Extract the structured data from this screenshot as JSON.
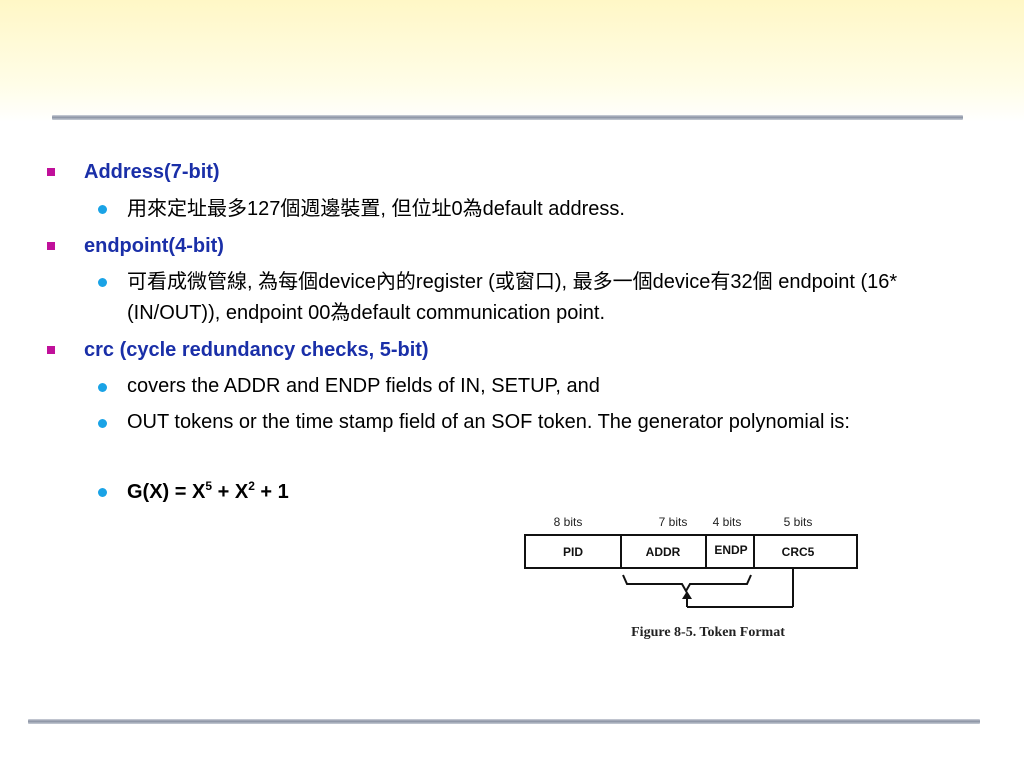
{
  "slide": {
    "bullets": [
      {
        "heading": "Address(7-bit)",
        "subs": [
          "用來定址最多127個週邊裝置, 但位址0為default address."
        ]
      },
      {
        "heading": "endpoint(4-bit)",
        "subs": [
          "可看成微管線, 為每個device內的register (或窗口), 最多一個device有32個 endpoint (16* (IN/OUT)), endpoint 00為default communication point."
        ]
      },
      {
        "heading": "crc (cycle redundancy checks, 5-bit)",
        "subs": [
          "covers the ADDR and ENDP fields of IN, SETUP, and",
          "OUT tokens or the time stamp field of an SOF token. The generator polynomial is:"
        ]
      }
    ],
    "formula": {
      "lhs": "G(X) = X",
      "exp1": "5",
      "mid": " + X",
      "exp2": "2",
      "tail": " + 1"
    }
  },
  "diagram": {
    "fields": [
      {
        "label": "PID",
        "bits": "8 bits"
      },
      {
        "label": "ADDR",
        "bits": "7 bits"
      },
      {
        "label": "ENDP",
        "bits": "4 bits"
      },
      {
        "label": "CRC5",
        "bits": "5 bits"
      }
    ],
    "caption": "Figure 8-5.  Token Format"
  }
}
